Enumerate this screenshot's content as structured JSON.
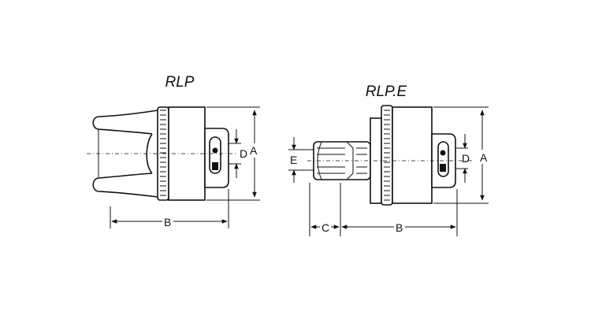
{
  "left_part": {
    "title": "RLP",
    "dim_a": "A",
    "dim_b": "B",
    "dim_d": "D"
  },
  "right_part": {
    "title": "RLP.E",
    "dim_a": "A",
    "dim_b": "B",
    "dim_c": "C",
    "dim_d": "D",
    "dim_e": "E"
  }
}
